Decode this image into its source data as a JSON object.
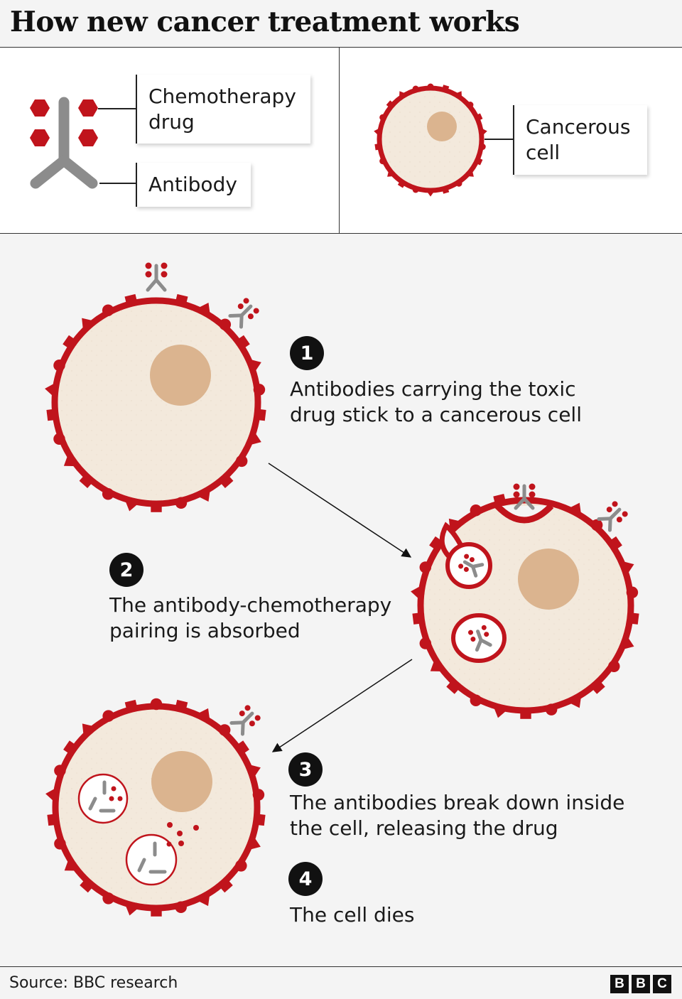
{
  "title": "How new cancer treatment works",
  "key": {
    "drug_label": "Chemotherapy\ndrug",
    "antibody_label": "Antibody",
    "cell_label": "Cancerous\n cell"
  },
  "steps": [
    {
      "number": "1",
      "text": "Antibodies carrying the toxic\ndrug stick to a cancerous cell"
    },
    {
      "number": "2",
      "text": "The antibody-chemotherapy\npairing is absorbed"
    },
    {
      "number": "3",
      "text": "The antibodies break down inside\nthe cell, releasing the drug"
    },
    {
      "number": "4",
      "text": "The cell dies"
    }
  ],
  "source": "Source: BBC research",
  "logo": [
    "B",
    "B",
    "C"
  ],
  "colors": {
    "membrane": "#c0141c",
    "cell_fill": "#f3e9dc",
    "nucleus": "#dbb48f",
    "antibody": "#8c8c8c",
    "drug": "#c0141c"
  }
}
